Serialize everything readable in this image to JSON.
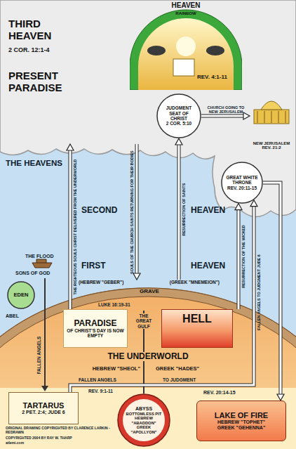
{
  "diagram": {
    "nodes": [
      {
        "text": [
          "THIRD HEAVEN",
          "2 COR. 12:1-4",
          "PRESENT PARADISE"
        ]
      },
      {
        "text": [
          "HEAVEN",
          "RAINBOW",
          "REV. 4:1-11"
        ],
        "in": 0
      },
      {
        "text": [
          "JUDGMENT SEAT OF CHRIST",
          "2 COR. 5:10"
        ],
        "in": 0
      },
      {
        "text": [
          "NEW JERUSALEM",
          "REV. 21:2"
        ]
      },
      {
        "text": [
          "GREAT WHITE THRONE",
          "REV. 20:11-15"
        ]
      },
      {
        "text": [
          "EDEN"
        ]
      },
      {
        "text": [
          "(HEBREW \"GEBER\")",
          "GRAVE",
          "(GREEK \"MNEMEION\")"
        ]
      },
      {
        "text": [
          "THE UNDERWORLD",
          "HEBREW \"SHEOL\"",
          "GREEK \"HADES\""
        ]
      },
      {
        "text": [
          "PARADISE",
          "OF CHRIST'S DAY IS NOW EMPTY"
        ],
        "in": 7
      },
      {
        "text": [
          "HELL"
        ],
        "in": 7
      },
      {
        "text": [
          "TARTARUS",
          "2 PET. 2:4; JUDE 6"
        ],
        "in": 7
      },
      {
        "text": [
          "ABYSS",
          "BOTTOMLESS PIT",
          "HEBREW \"ABADDON\"",
          "GREEK \"APOLLYON\""
        ],
        "in": 7
      },
      {
        "text": [
          "LAKE OF FIRE",
          "HEBREW \"TOPHET\"",
          "GREEK \"GEHENNA\""
        ],
        "in": 7
      }
    ],
    "edges": [
      {
        "from": 8,
        "to": 0,
        "arrow": "to",
        "label": "THE RIGHTEOUS SOULS CHRIST DELIVERED FROM THE UNDERWORLD"
      },
      {
        "from": 0,
        "to": 6,
        "arrow": "to",
        "label": "SOULS OF THE CHURCH SAINTS RETURNING FOR THEIR BODIES"
      },
      {
        "from": 6,
        "to": 2,
        "arrow": "to",
        "label": "RESURRECTION OF SAINTS"
      },
      {
        "from": 2,
        "to": 3,
        "arrow": "to",
        "label": "CHURCH GOING TO NEW JERUSALEM"
      },
      {
        "from": 9,
        "to": 4,
        "arrow": "to",
        "label": "RESURRECTION OF THE WICKED"
      },
      {
        "from": 10,
        "to": 4,
        "arrow": "to",
        "label": "FALLEN ANGELS TO JUDGMENT JUDE 6"
      },
      {
        "from": 4,
        "to": 12,
        "arrow": "to"
      }
    ],
    "labels": [
      "THE HEAVENS",
      "SECOND",
      "HEAVEN",
      "FIRST",
      "HEAVEN",
      "THE FLOOD",
      "SONS OF GOD",
      "ABEL",
      "FALLEN ANGELS",
      "LUKE 16:19-31",
      "THE GREAT GULF",
      "FALLEN ANGELS",
      "TO JUDGMENT",
      "REV. 9:1-11",
      "REV. 20:14-15",
      "ORIGINAL DRAWING COPYRIGHTED BY CLARENCE LARKIN - REDRAWN",
      "COPYRIGHTED 2004 BY RAY W. THARP",
      "atlemi.com"
    ]
  }
}
